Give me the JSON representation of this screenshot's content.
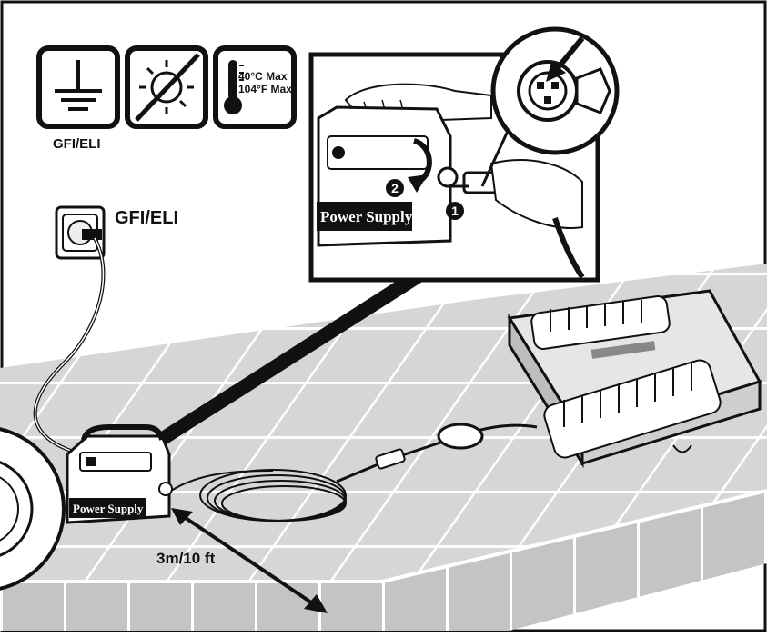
{
  "icons": {
    "ground_caption": "GFI/ELI",
    "temperature_line1": "40°C Max",
    "temperature_line2": "104°F Max"
  },
  "outlet_label": "GFI/ELI",
  "power_supply_label": "Power Supply",
  "inset_power_supply_label": "Power Supply",
  "steps": [
    "1",
    "2"
  ],
  "distance_label": "3m/10 ft",
  "colors": {
    "ink": "#111111",
    "paper": "#ffffff",
    "tile_shade": "#d9d9d9",
    "tile_dark": "#b5b5b5"
  }
}
